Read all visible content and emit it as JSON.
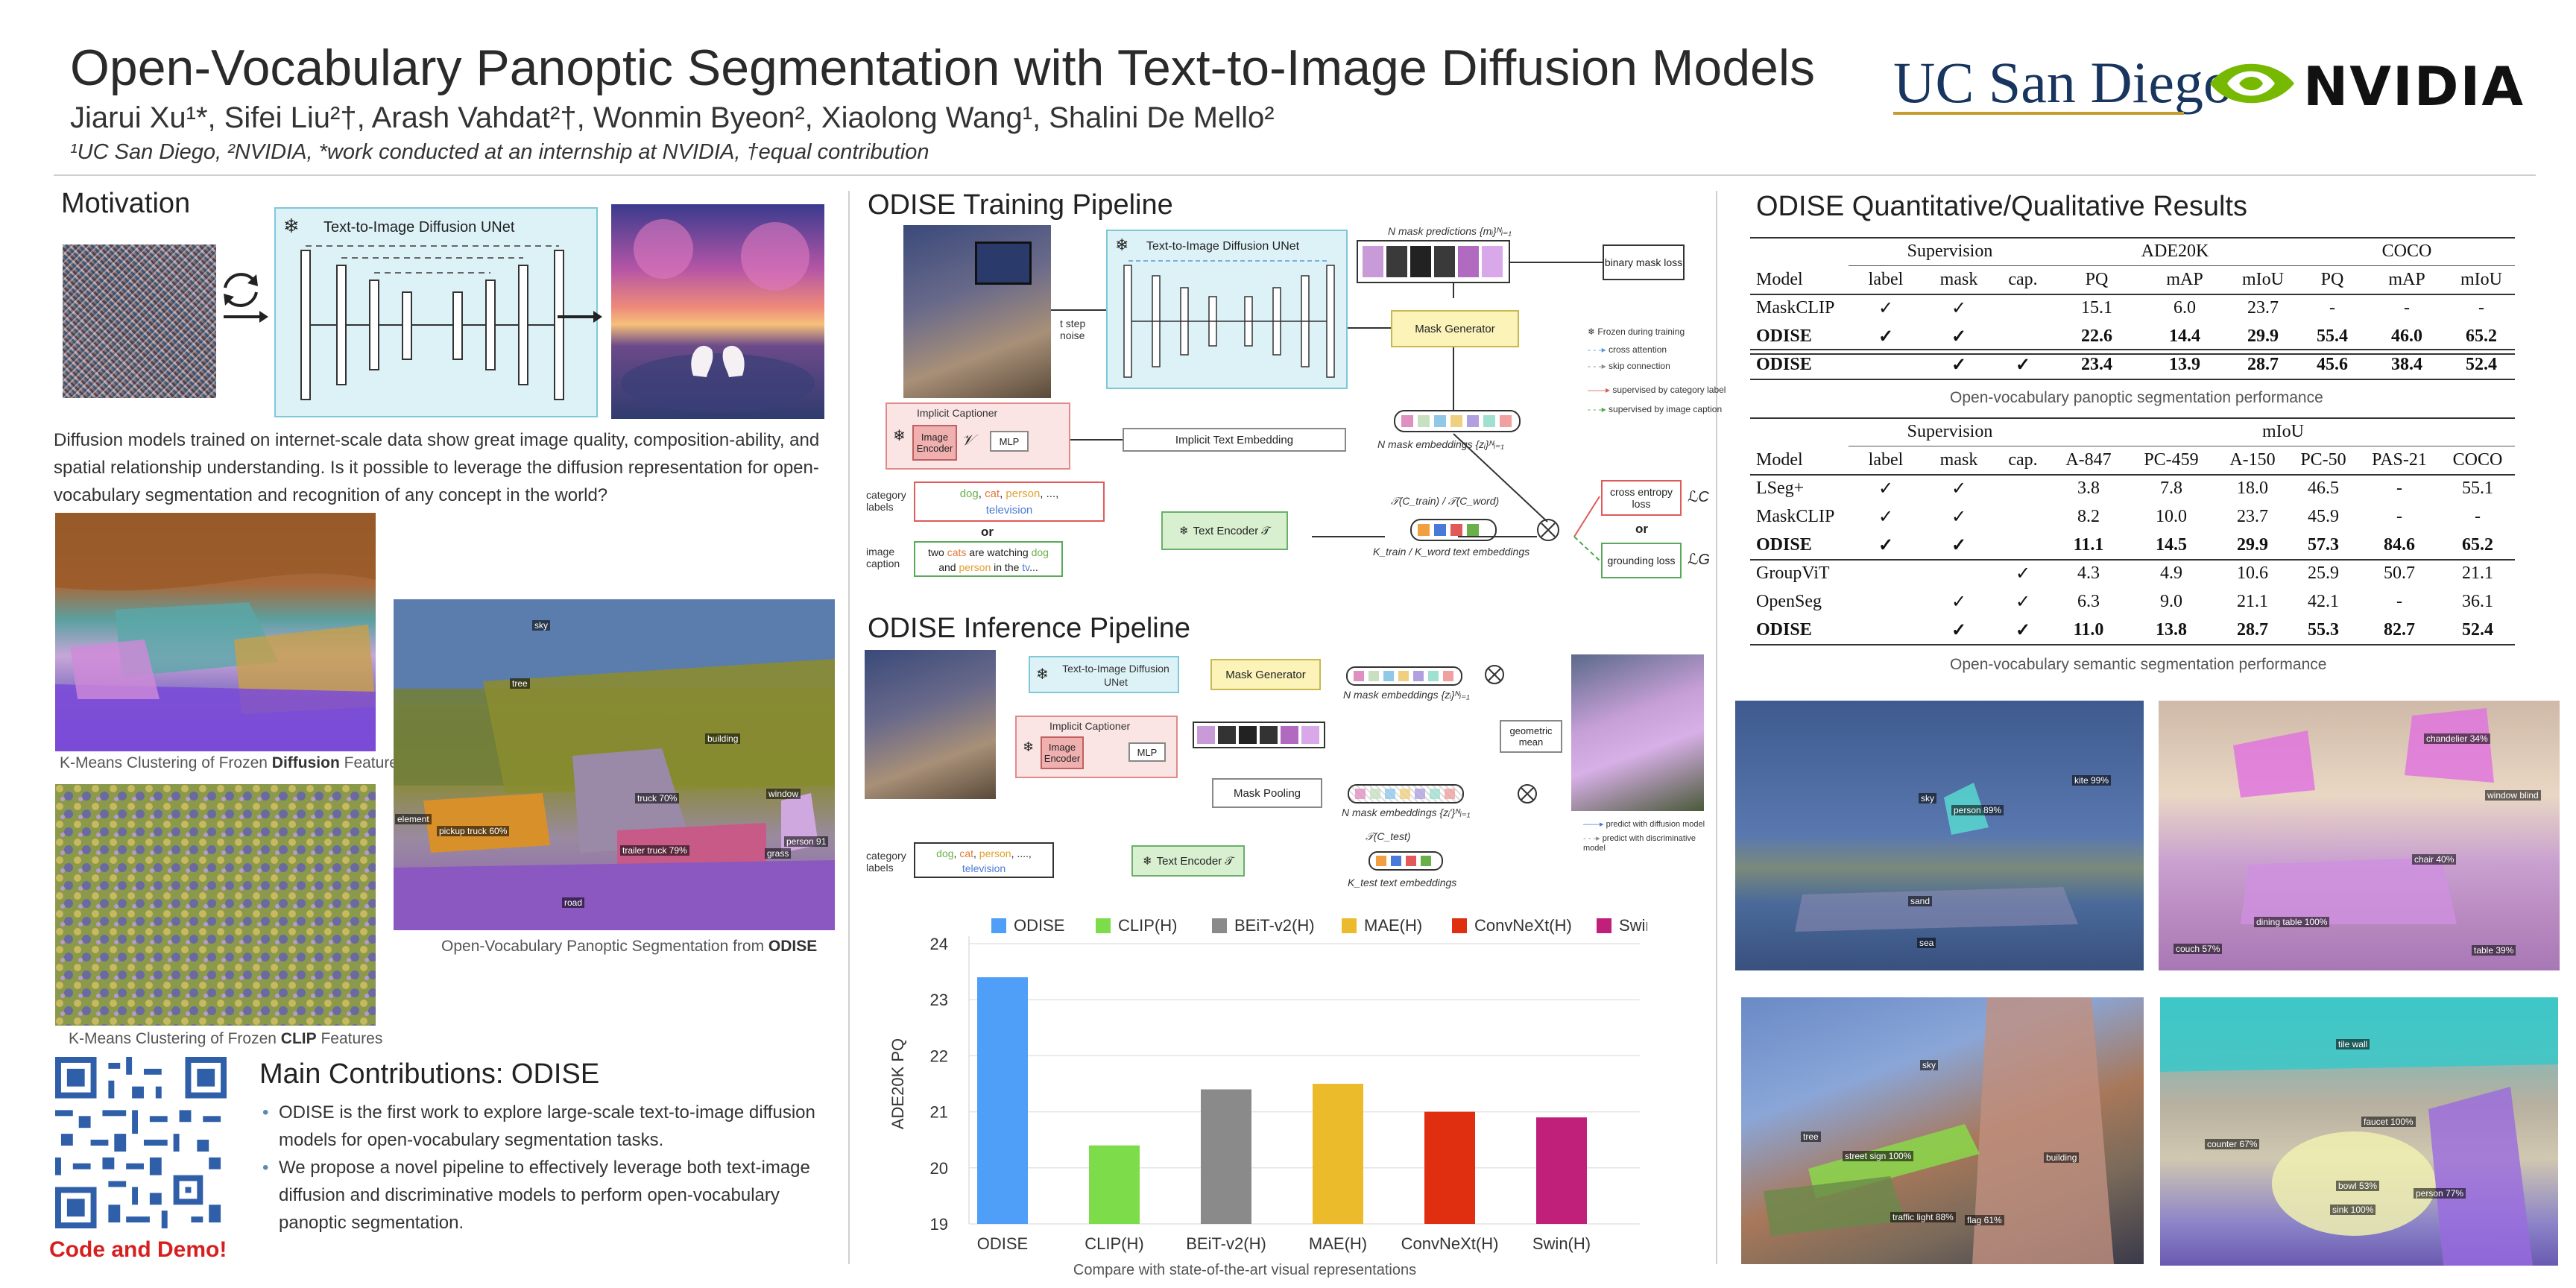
{
  "header": {
    "title": "Open-Vocabulary Panoptic Segmentation with Text-to-Image Diffusion Models",
    "authors": "Jiarui Xu¹*, Sifei Liu²†, Arash Vahdat²†, Wonmin Byeon², Xiaolong Wang¹, Shalini De Mello²",
    "affiliations": "¹UC San Diego, ²NVIDIA, *work conducted at an internship at NVIDIA, †equal contribution",
    "ucsd_logo": "UC San Diego",
    "nvidia_logo": "NVIDIA"
  },
  "motivation": {
    "title": "Motivation",
    "unet_label": "Text-to-Image Diffusion UNet",
    "paragraph": "Diffusion models trained on internet-scale data show great image quality, composition-ability, and spatial relationship understanding. Is it possible to leverage the diffusion representation for open-vocabulary segmentation and recognition of any concept in the world?",
    "caption_diffusion_pre": "K-Means Clustering of Frozen ",
    "caption_diffusion_bold": "Diffusion",
    "caption_diffusion_post": " Features",
    "caption_clip_pre": "K-Means Clustering of Frozen ",
    "caption_clip_bold": "CLIP",
    "caption_clip_post": " Features",
    "caption_panoptic_pre": "Open-Vocabulary Panoptic Segmentation from ",
    "caption_panoptic_bold": "ODISE",
    "panoptic_labels": [
      "sky",
      "tree",
      "building",
      "truck 70%",
      "pickup truck 60%",
      "trailer truck 79%",
      "window",
      "person 91",
      "grass",
      "road",
      "element"
    ]
  },
  "contributions": {
    "code_demo": "Code and Demo!",
    "title": "Main Contributions: ODISE",
    "items": [
      "ODISE is the first work to explore large-scale text-to-image diffusion models for open-vocabulary segmentation tasks.",
      "We propose a novel pipeline to effectively leverage both text-image diffusion and discriminative models to perform open-vocabulary panoptic segmentation."
    ]
  },
  "training": {
    "title": "ODISE Training Pipeline",
    "unet_label": "Text-to-Image Diffusion UNet",
    "t_step_noise": "t step noise",
    "mask_predictions": "N mask predictions {mᵢ}ᴺᵢ₌₁",
    "binary_mask_loss": "binary mask loss",
    "mask_generator": "Mask Generator",
    "implicit_captioner": "Implicit Captioner",
    "image_encoder": "Image Encoder",
    "v_symbol": "𝒱",
    "mlp": "MLP",
    "implicit_text_embedding": "Implicit Text Embedding",
    "mask_embeddings": "N mask embeddings {zᵢ}ᴺᵢ₌₁",
    "category_labels_label": "category labels",
    "category_words": [
      "dog",
      "cat",
      "person",
      "...,"
    ],
    "category_tv": "television",
    "or": "or",
    "image_caption_label": "image caption",
    "caption_parts": [
      "two ",
      "cats",
      " are watching ",
      "dog",
      " and ",
      "person",
      " in the ",
      "tv",
      "..."
    ],
    "text_encoder": "Text Encoder 𝒯",
    "train_word_formula": "𝒯(C_train) / 𝒯(C_word)",
    "k_embeddings": "K_train / K_word text embeddings",
    "cross_entropy_loss": "cross entropy loss",
    "grounding_loss": "grounding loss",
    "loss_c": "ℒC",
    "loss_g": "ℒG",
    "legend": [
      "Frozen during training",
      "cross attention",
      "skip connection",
      "supervised by category label",
      "supervised by image caption"
    ]
  },
  "inference": {
    "title": "ODISE Inference Pipeline",
    "unet_label": "Text-to-Image Diffusion UNet",
    "mask_generator": "Mask Generator",
    "mask_embeddings": "N mask embeddings {zᵢ}ᴺᵢ₌₁",
    "implicit_captioner": "Implicit Captioner",
    "image_encoder": "Image Encoder",
    "mlp": "MLP",
    "mask_pooling": "Mask Pooling",
    "pooled_embeddings": "N mask embeddings {zᵢ′}ᴺᵢ₌₁",
    "geometric_mean": "geometric mean",
    "category_labels_label": "category labels",
    "category_words": [
      "dog",
      "cat",
      "person",
      "....,"
    ],
    "category_tv": "television",
    "text_encoder": "Text Encoder 𝒯",
    "test_formula": "𝒯(C_test)",
    "k_test": "K_test text embeddings",
    "legend": [
      "predict with diffusion model",
      "predict with discriminative model"
    ]
  },
  "chart_data": {
    "type": "bar",
    "categories": [
      "ODISE",
      "CLIP(H)",
      "BEiT-v2(H)",
      "MAE(H)",
      "ConvNeXt(H)",
      "Swin(H)"
    ],
    "values": [
      23.4,
      20.4,
      21.4,
      21.5,
      21.0,
      20.9
    ],
    "colors": [
      "#4f9ef8",
      "#7cdc4a",
      "#8a8a8a",
      "#ecbb2c",
      "#df2f10",
      "#c0207a"
    ],
    "legend": [
      "ODISE",
      "CLIP(H)",
      "BEiT-v2(H)",
      "MAE(H)",
      "ConvNeXt(H)",
      "Swin(H)"
    ],
    "legend_position": "top",
    "ylabel": "ADE20K PQ",
    "xlabel": "",
    "ylim": [
      19,
      24
    ],
    "yticks": [
      "19",
      "20",
      "21",
      "22",
      "23",
      "24"
    ],
    "grid": true,
    "caption": "Compare with state-of-the-art visual representations"
  },
  "results": {
    "title": "ODISE Quantitative/Qualitative Results",
    "table1": {
      "group_headers": [
        "Supervision",
        "ADE20K",
        "COCO"
      ],
      "columns": [
        "Model",
        "label",
        "mask",
        "cap.",
        "PQ",
        "mAP",
        "mIoU",
        "PQ",
        "mAP",
        "mIoU"
      ],
      "rows": [
        [
          "MaskCLIP",
          "✓",
          "✓",
          "",
          "15.1",
          "6.0",
          "23.7",
          "-",
          "-",
          "-"
        ],
        [
          "ODISE",
          "✓",
          "✓",
          "",
          "22.6",
          "14.4",
          "29.9",
          "55.4",
          "46.0",
          "65.2"
        ],
        [
          "ODISE",
          "",
          "✓",
          "✓",
          "23.4",
          "13.9",
          "28.7",
          "45.6",
          "38.4",
          "52.4"
        ]
      ],
      "caption": "Open-vocabulary panoptic segmentation performance"
    },
    "table2": {
      "group_headers": [
        "Supervision",
        "mIoU"
      ],
      "columns": [
        "Model",
        "label",
        "mask",
        "cap.",
        "A-847",
        "PC-459",
        "A-150",
        "PC-50",
        "PAS-21",
        "COCO"
      ],
      "rows": [
        [
          "LSeg+",
          "✓",
          "✓",
          "",
          "3.8",
          "7.8",
          "18.0",
          "46.5",
          "-",
          "55.1"
        ],
        [
          "MaskCLIP",
          "✓",
          "✓",
          "",
          "8.2",
          "10.0",
          "23.7",
          "45.9",
          "-",
          "-"
        ],
        [
          "ODISE",
          "✓",
          "✓",
          "",
          "11.1",
          "14.5",
          "29.9",
          "57.3",
          "84.6",
          "65.2"
        ],
        [
          "GroupViT",
          "",
          "",
          "✓",
          "4.3",
          "4.9",
          "10.6",
          "25.9",
          "50.7",
          "21.1"
        ],
        [
          "OpenSeg",
          "",
          "✓",
          "✓",
          "6.3",
          "9.0",
          "21.1",
          "42.1",
          "-",
          "36.1"
        ],
        [
          "ODISE",
          "",
          "✓",
          "✓",
          "11.0",
          "13.8",
          "28.7",
          "55.3",
          "82.7",
          "52.4"
        ]
      ],
      "caption": "Open-vocabulary semantic segmentation performance"
    },
    "qual_labels": {
      "q1": [
        "sky",
        "person 89%",
        "kite 99%",
        "sand",
        "sea"
      ],
      "q2": [
        "chandelier 34%",
        "window blind",
        "chair 40%",
        "dining table 100%",
        "couch 57%",
        "table 39%"
      ],
      "q3": [
        "sky",
        "tree",
        "street sign 100%",
        "traffic light 88%",
        "building",
        "flag 61%"
      ],
      "q4": [
        "tile wall",
        "faucet 100%",
        "bowl 53%",
        "sink 100%",
        "person 77%",
        "counter 67%"
      ]
    }
  }
}
